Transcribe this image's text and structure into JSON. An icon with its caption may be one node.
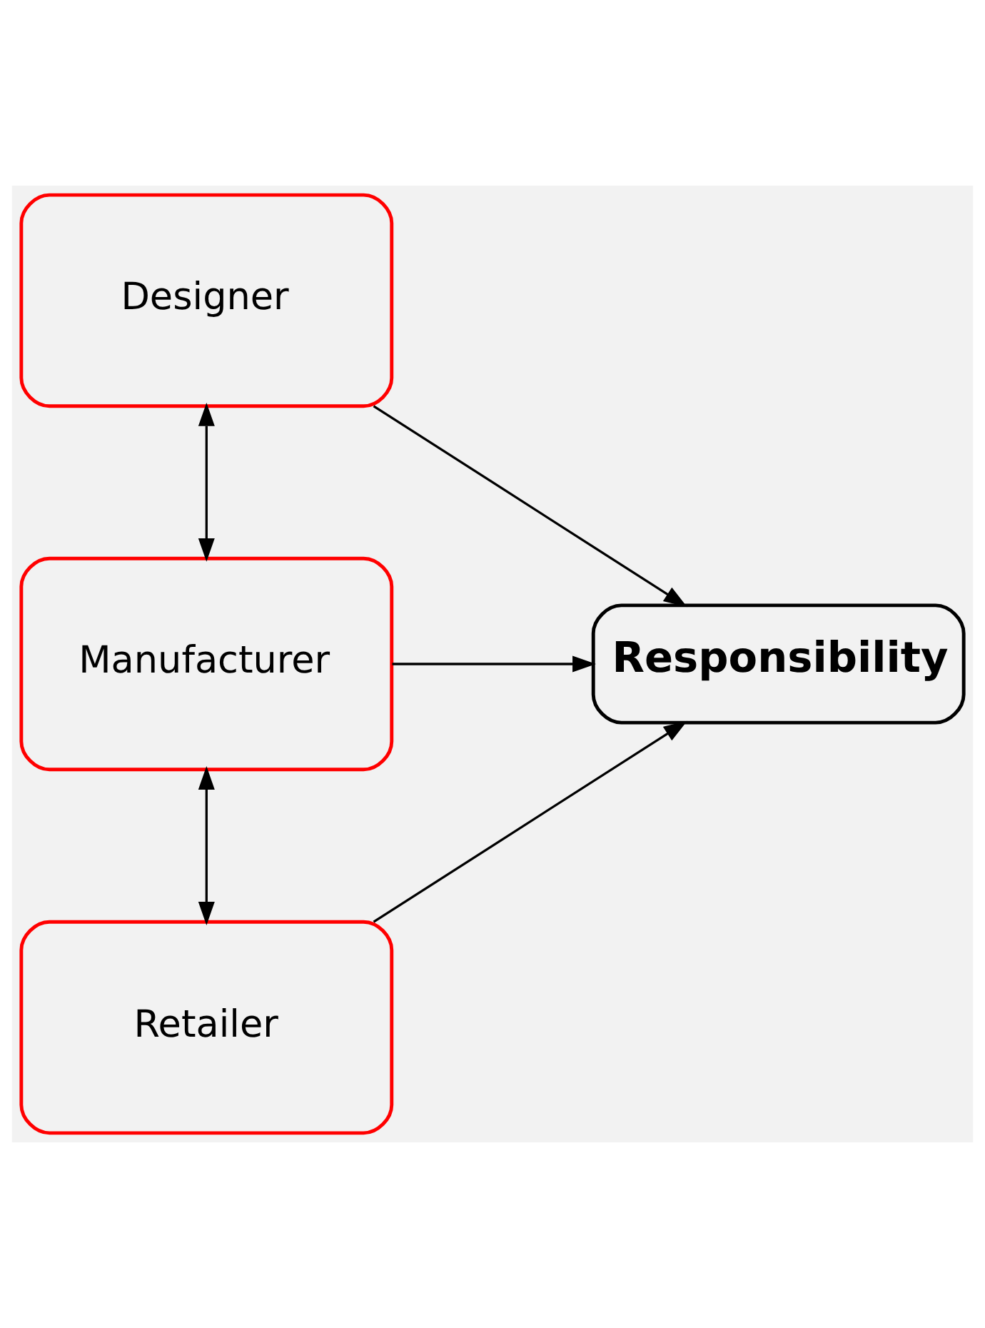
{
  "diagram": {
    "nodes": [
      {
        "text": [
          "Designer"
        ]
      },
      {
        "text": [
          "Manufacturer"
        ]
      },
      {
        "text": [
          "Retailer"
        ]
      },
      {
        "text": [
          "Responsibility"
        ]
      }
    ],
    "edges": [
      {
        "from": 0,
        "to": 1,
        "arrow": "both"
      },
      {
        "from": 1,
        "to": 2,
        "arrow": "both"
      },
      {
        "from": 0,
        "to": 3,
        "arrow": "to"
      },
      {
        "from": 1,
        "to": 3,
        "arrow": "to"
      },
      {
        "from": 2,
        "to": 3,
        "arrow": "to"
      }
    ]
  }
}
